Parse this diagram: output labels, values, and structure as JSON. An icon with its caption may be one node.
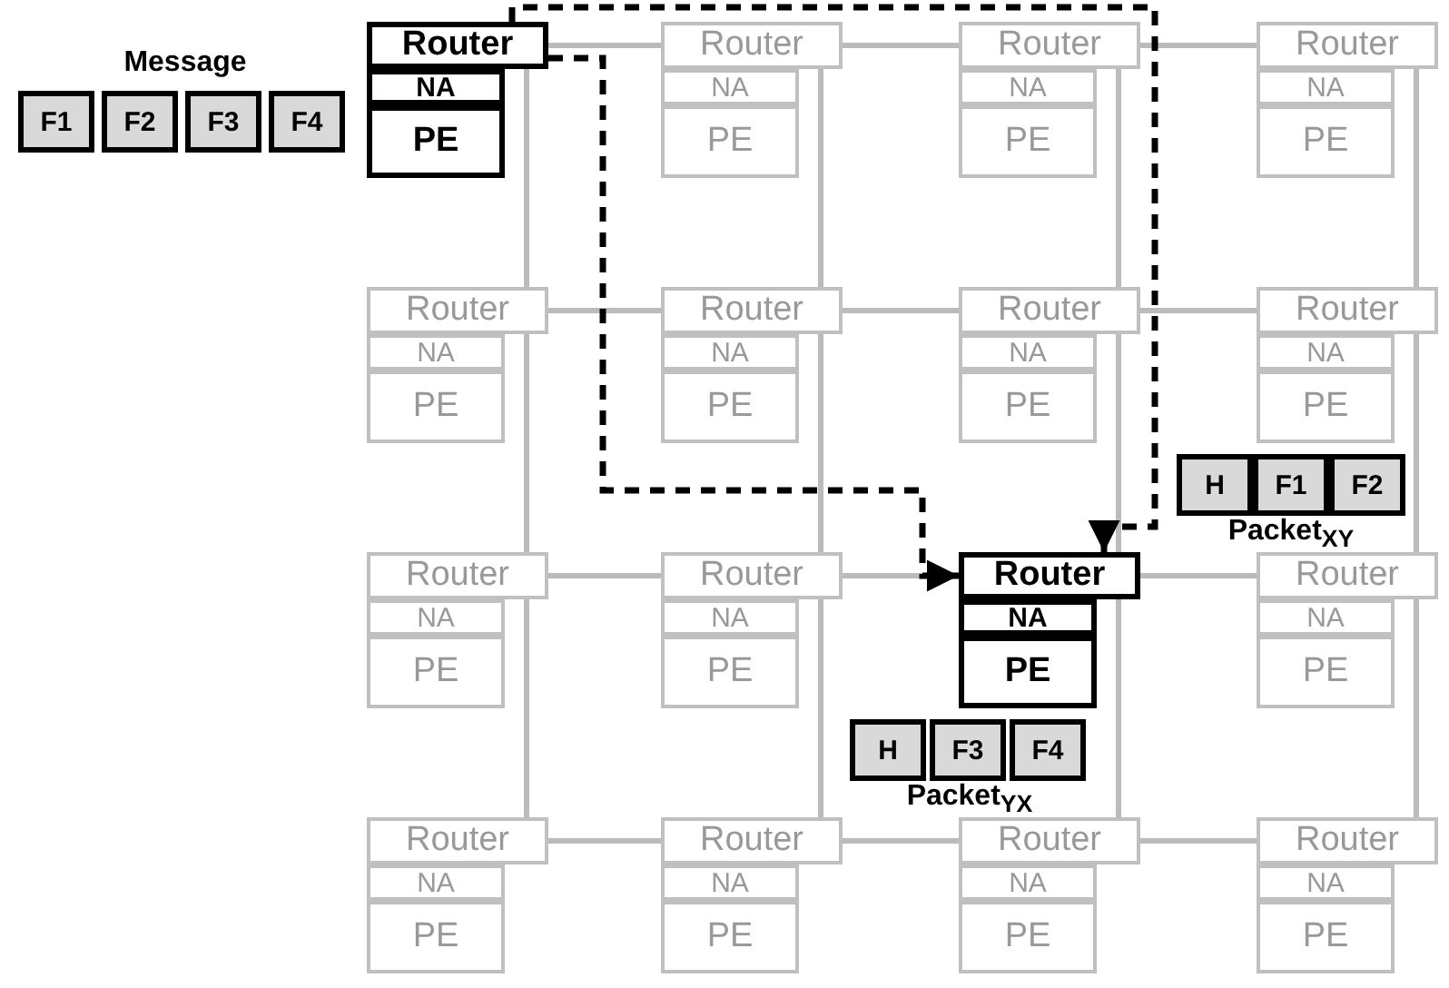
{
  "diagram": {
    "nodes": [
      {
        "text": [
          "Router"
        ]
      },
      {
        "text": [
          "NA"
        ]
      },
      {
        "text": [
          "PE"
        ]
      },
      {
        "text": [
          "Router"
        ]
      },
      {
        "text": [
          "NA"
        ]
      },
      {
        "text": [
          "PE"
        ]
      },
      {
        "text": [
          "Router"
        ]
      },
      {
        "text": [
          "NA"
        ]
      },
      {
        "text": [
          "PE"
        ]
      },
      {
        "text": [
          "Router"
        ]
      },
      {
        "text": [
          "NA"
        ]
      },
      {
        "text": [
          "PE"
        ]
      },
      {
        "text": [
          "Router"
        ]
      },
      {
        "text": [
          "NA"
        ]
      },
      {
        "text": [
          "PE"
        ]
      },
      {
        "text": [
          "Router"
        ]
      },
      {
        "text": [
          "NA"
        ]
      },
      {
        "text": [
          "PE"
        ]
      },
      {
        "text": [
          "Router"
        ]
      },
      {
        "text": [
          "NA"
        ]
      },
      {
        "text": [
          "PE"
        ]
      },
      {
        "text": [
          "Router"
        ]
      },
      {
        "text": [
          "NA"
        ]
      },
      {
        "text": [
          "PE"
        ]
      },
      {
        "text": [
          "Router"
        ]
      },
      {
        "text": [
          "NA"
        ]
      },
      {
        "text": [
          "PE"
        ]
      },
      {
        "text": [
          "Router"
        ]
      },
      {
        "text": [
          "NA"
        ]
      },
      {
        "text": [
          "PE"
        ]
      },
      {
        "text": [
          "Router"
        ]
      },
      {
        "text": [
          "NA"
        ]
      },
      {
        "text": [
          "PE"
        ]
      },
      {
        "text": [
          "Router"
        ]
      },
      {
        "text": [
          "NA"
        ]
      },
      {
        "text": [
          "PE"
        ]
      },
      {
        "text": [
          "Router"
        ]
      },
      {
        "text": [
          "NA"
        ]
      },
      {
        "text": [
          "PE"
        ]
      },
      {
        "text": [
          "Router"
        ]
      },
      {
        "text": [
          "NA"
        ]
      },
      {
        "text": [
          "PE"
        ]
      },
      {
        "text": [
          "Router"
        ]
      },
      {
        "text": [
          "NA"
        ]
      },
      {
        "text": [
          "PE"
        ]
      },
      {
        "text": [
          "Router"
        ]
      },
      {
        "text": [
          "NA"
        ]
      },
      {
        "text": [
          "PE"
        ]
      },
      {
        "text": [
          "F1"
        ]
      },
      {
        "text": [
          "F2"
        ]
      },
      {
        "text": [
          "F3"
        ]
      },
      {
        "text": [
          "F4"
        ]
      },
      {
        "text": [
          "H"
        ]
      },
      {
        "text": [
          "F1"
        ]
      },
      {
        "text": [
          "F2"
        ]
      },
      {
        "text": [
          "H"
        ]
      },
      {
        "text": [
          "F3"
        ]
      },
      {
        "text": [
          "F4"
        ]
      }
    ],
    "edges": [
      {
        "from": 0,
        "to": 3,
        "arrow": "none"
      },
      {
        "from": 3,
        "to": 6,
        "arrow": "none"
      },
      {
        "from": 6,
        "to": 9,
        "arrow": "none"
      },
      {
        "from": 12,
        "to": 15,
        "arrow": "none"
      },
      {
        "from": 15,
        "to": 18,
        "arrow": "none"
      },
      {
        "from": 18,
        "to": 21,
        "arrow": "none"
      },
      {
        "from": 24,
        "to": 27,
        "arrow": "none"
      },
      {
        "from": 27,
        "to": 30,
        "arrow": "none"
      },
      {
        "from": 30,
        "to": 33,
        "arrow": "none"
      },
      {
        "from": 36,
        "to": 39,
        "arrow": "none"
      },
      {
        "from": 39,
        "to": 42,
        "arrow": "none"
      },
      {
        "from": 42,
        "to": 45,
        "arrow": "none"
      },
      {
        "from": 0,
        "to": 12,
        "arrow": "none"
      },
      {
        "from": 3,
        "to": 15,
        "arrow": "none"
      },
      {
        "from": 6,
        "to": 18,
        "arrow": "none"
      },
      {
        "from": 9,
        "to": 21,
        "arrow": "none"
      },
      {
        "from": 12,
        "to": 24,
        "arrow": "none"
      },
      {
        "from": 15,
        "to": 27,
        "arrow": "none"
      },
      {
        "from": 18,
        "to": 30,
        "arrow": "none"
      },
      {
        "from": 21,
        "to": 33,
        "arrow": "none"
      },
      {
        "from": 24,
        "to": 36,
        "arrow": "none"
      },
      {
        "from": 27,
        "to": 39,
        "arrow": "none"
      },
      {
        "from": 30,
        "to": 42,
        "arrow": "none"
      },
      {
        "from": 33,
        "to": 45,
        "arrow": "none"
      },
      {
        "from": 0,
        "to": 30,
        "arrow": "to",
        "style": "dashed",
        "color": "#000000"
      },
      {
        "from": 0,
        "to": 30,
        "arrow": "to",
        "style": "dashed",
        "color": "#000000"
      }
    ],
    "labels": [
      "Message",
      "Packet$_{XY}$",
      "Packet$_{YX}$"
    ]
  }
}
